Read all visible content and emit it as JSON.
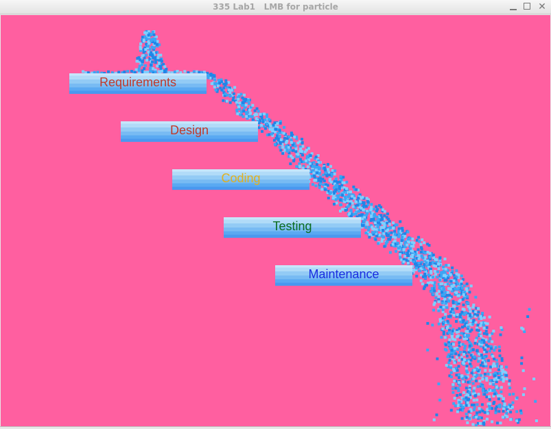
{
  "window": {
    "title": "335 Lab1   LMB for particle",
    "controls": {
      "minimize": "minimize",
      "maximize": "maximize",
      "close": "✕"
    }
  },
  "canvas": {
    "background_color": "#ff5fa0",
    "particle_color": "#3aa6f5"
  },
  "stages": [
    {
      "label": "Requirements",
      "color": "#c0392b"
    },
    {
      "label": "Design",
      "color": "#c0392b"
    },
    {
      "label": "Coding",
      "color": "#e0b020"
    },
    {
      "label": "Testing",
      "color": "#0a6b1e"
    },
    {
      "label": "Maintenance",
      "color": "#1a2de0"
    }
  ]
}
